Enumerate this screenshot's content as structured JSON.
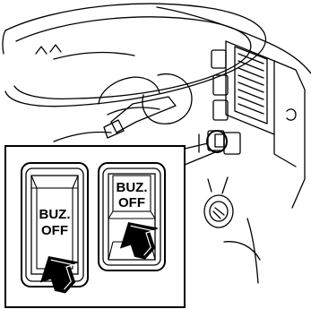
{
  "figure": {
    "background": "#ffffff",
    "ink": "#000000",
    "switch_left": {
      "line1": "BUZ.",
      "line2": "OFF"
    },
    "switch_right": {
      "line1": "BUZ.",
      "line2": "OFF"
    },
    "arrow_icon": "up-arrow-icon"
  }
}
